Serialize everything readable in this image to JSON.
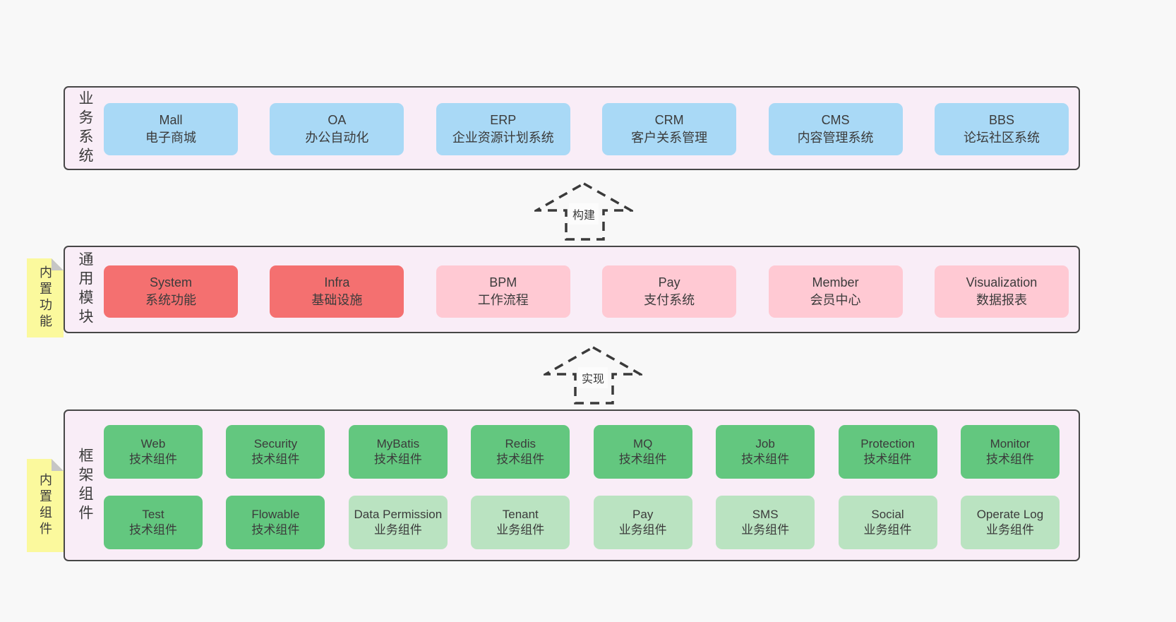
{
  "colors": {
    "page_bg": "#f8f8f8",
    "panel_bg": "#f9edf7",
    "panel_border": "#474747",
    "blue_box": "#a9d9f6",
    "red_box": "#f47070",
    "pink_box": "#ffc9d3",
    "green_box": "#63c77f",
    "light_green_box": "#bae3c1",
    "sticky_yellow": "#fbf99d",
    "text": "#3b3b3b"
  },
  "arrows": [
    {
      "label": "构建"
    },
    {
      "label": "实现"
    }
  ],
  "sections": {
    "business": {
      "label": "业务系统",
      "boxes": [
        {
          "title": "Mall",
          "subtitle": "电子商城"
        },
        {
          "title": "OA",
          "subtitle": "办公自动化"
        },
        {
          "title": "ERP",
          "subtitle": "企业资源计划系统"
        },
        {
          "title": "CRM",
          "subtitle": "客户关系管理"
        },
        {
          "title": "CMS",
          "subtitle": "内容管理系统"
        },
        {
          "title": "BBS",
          "subtitle": "论坛社区系统"
        }
      ]
    },
    "modules": {
      "label": "通用模块",
      "sticky": "内置功能",
      "boxes": [
        {
          "title": "System",
          "subtitle": "系统功能"
        },
        {
          "title": "Infra",
          "subtitle": "基础设施"
        },
        {
          "title": "BPM",
          "subtitle": "工作流程"
        },
        {
          "title": "Pay",
          "subtitle": "支付系统"
        },
        {
          "title": "Member",
          "subtitle": "会员中心"
        },
        {
          "title": "Visualization",
          "subtitle": "数据报表"
        }
      ]
    },
    "framework": {
      "label": "框架组件",
      "sticky": "内置组件",
      "row1": [
        {
          "title": "Web",
          "subtitle": "技术组件"
        },
        {
          "title": "Security",
          "subtitle": "技术组件"
        },
        {
          "title": "MyBatis",
          "subtitle": "技术组件"
        },
        {
          "title": "Redis",
          "subtitle": "技术组件"
        },
        {
          "title": "MQ",
          "subtitle": "技术组件"
        },
        {
          "title": "Job",
          "subtitle": "技术组件"
        },
        {
          "title": "Protection",
          "subtitle": "技术组件"
        },
        {
          "title": "Monitor",
          "subtitle": "技术组件"
        }
      ],
      "row2": [
        {
          "title": "Test",
          "subtitle": "技术组件"
        },
        {
          "title": "Flowable",
          "subtitle": "技术组件"
        },
        {
          "title": "Data Permission",
          "subtitle": "业务组件"
        },
        {
          "title": "Tenant",
          "subtitle": "业务组件"
        },
        {
          "title": "Pay",
          "subtitle": "业务组件"
        },
        {
          "title": "SMS",
          "subtitle": "业务组件"
        },
        {
          "title": "Social",
          "subtitle": "业务组件"
        },
        {
          "title": "Operate Log",
          "subtitle": "业务组件"
        }
      ]
    }
  }
}
